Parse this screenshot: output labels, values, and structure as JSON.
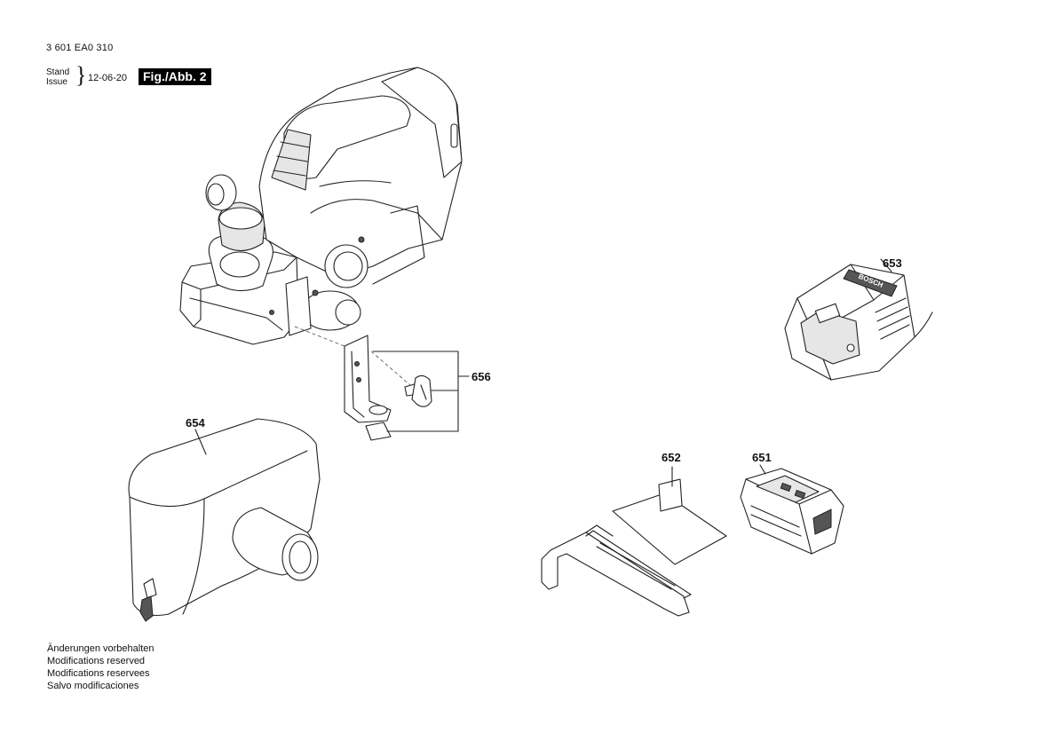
{
  "header": {
    "doc_number": "3 601 EA0 310",
    "stand_label": "Stand",
    "issue_label": "Issue",
    "date": "12-06-20",
    "figure_label": "Fig./Abb. 2"
  },
  "parts": [
    {
      "number": "653",
      "description_icon": "battery-charger"
    },
    {
      "number": "656",
      "description_icon": "bracket-with-knob"
    },
    {
      "number": "654",
      "description_icon": "dust-bag"
    },
    {
      "number": "652",
      "description_icon": "parallel-guide"
    },
    {
      "number": "651",
      "description_icon": "battery-pack"
    }
  ],
  "charger_brand": "BOSCH",
  "notes": [
    "Änderungen vorbehalten",
    "Modifications reserved",
    "Modifications reservees",
    "Salvo modificaciones"
  ]
}
